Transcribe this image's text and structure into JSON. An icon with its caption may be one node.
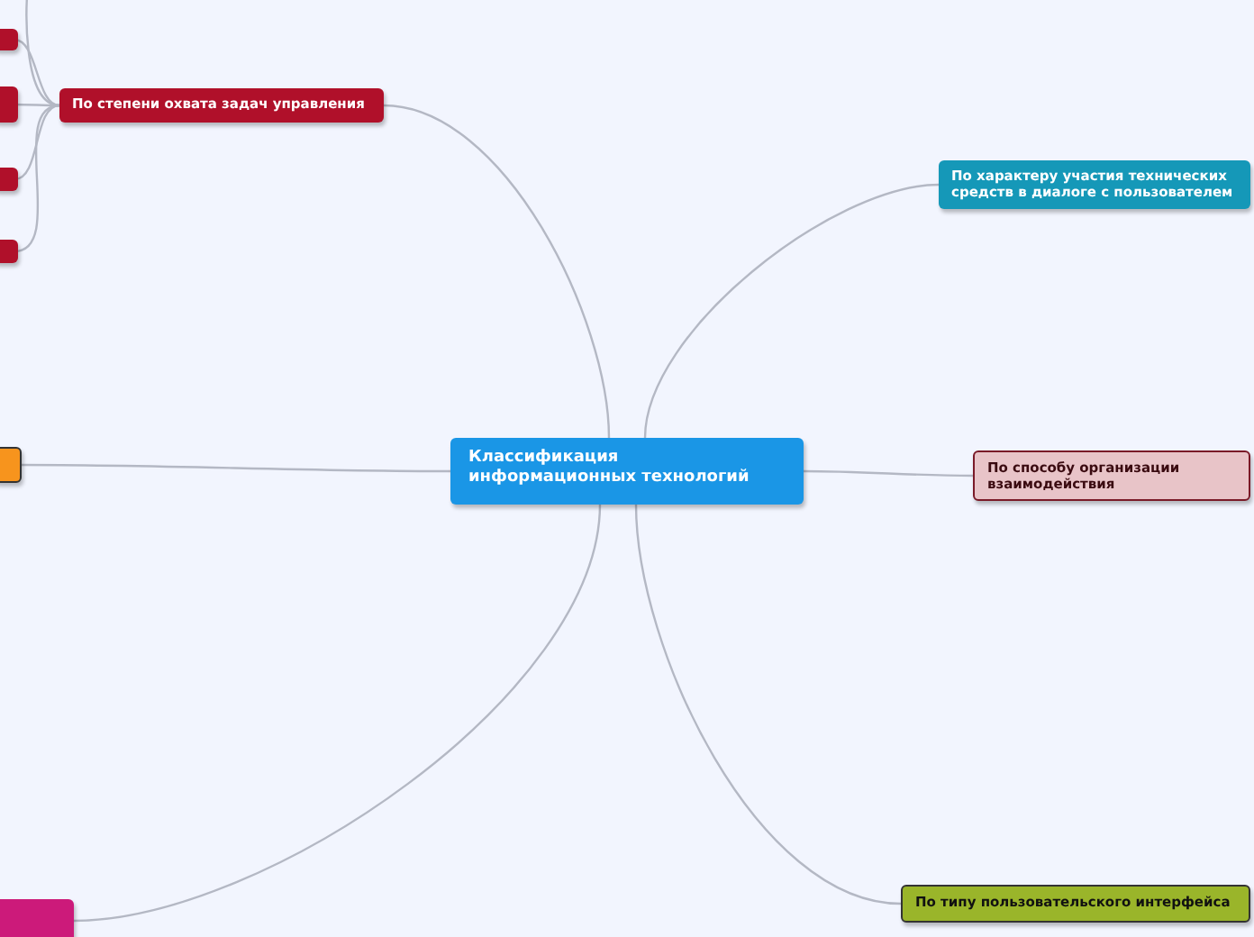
{
  "diagram": {
    "nodes": [
      {
        "text": [
          "Классификация информационных технологий"
        ]
      },
      {
        "text": [
          "По степени охвата задач управления"
        ]
      },
      {
        "text": [],
        "shape": "box"
      },
      {
        "text": [],
        "shape": "box"
      },
      {
        "text": [],
        "shape": "box"
      },
      {
        "text": [],
        "shape": "box"
      },
      {
        "text": [
          "По характеру участия технических средств в диалоге с пользователем"
        ]
      },
      {
        "text": [
          "По способу организации взаимодействия"
        ]
      },
      {
        "text": [
          "По типу пользовательского интерфейса"
        ]
      },
      {
        "text": [],
        "shape": "box"
      },
      {
        "text": [],
        "shape": "box"
      }
    ],
    "edges": [
      {
        "from": 0,
        "to": 1,
        "arrow": "none"
      },
      {
        "from": 0,
        "to": 6,
        "arrow": "none"
      },
      {
        "from": 0,
        "to": 7,
        "arrow": "none"
      },
      {
        "from": 0,
        "to": 8,
        "arrow": "none"
      },
      {
        "from": 0,
        "to": 9,
        "arrow": "none"
      },
      {
        "from": 0,
        "to": 10,
        "arrow": "none"
      },
      {
        "from": 1,
        "to": 2,
        "arrow": "none"
      },
      {
        "from": 1,
        "to": 3,
        "arrow": "none"
      },
      {
        "from": 1,
        "to": 4,
        "arrow": "none"
      },
      {
        "from": 1,
        "to": 5,
        "arrow": "none"
      },
      {
        "from": 1,
        "to": null,
        "arrow": "none"
      }
    ]
  }
}
